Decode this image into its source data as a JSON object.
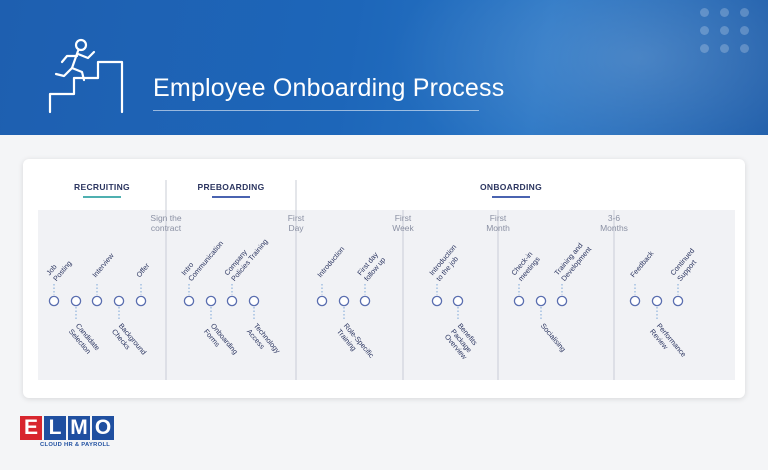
{
  "header": {
    "title": "Employee Onboarding Process",
    "icon": "person-climbing-stairs-icon",
    "colors": {
      "bg": "#1e5fb0",
      "text": "#ffffff"
    }
  },
  "phases": [
    {
      "label": "RECRUITING",
      "accent": "#4fb0b0"
    },
    {
      "label": "PREBOARDING",
      "accent": "#4a63b0"
    },
    {
      "label": "ONBOARDING",
      "accent": "#4a63b0"
    }
  ],
  "milestones": [
    {
      "label": "Sign the\ncontract"
    },
    {
      "label": "First\nDay"
    },
    {
      "label": "First\nWeek"
    },
    {
      "label": "First\nMonth"
    },
    {
      "label": "3-6\nMonths"
    }
  ],
  "steps_top": [
    {
      "label": "Job\nPosting"
    },
    {
      "label": "Interview"
    },
    {
      "label": "Offer"
    },
    {
      "label": "Intro\nCommunication"
    },
    {
      "label": "Company\nPolicies Training"
    },
    {
      "label": "Introduction"
    },
    {
      "label": "First day\nfollow up"
    },
    {
      "label": "Introduction\nto the job"
    },
    {
      "label": "Check-in\nmeetings"
    },
    {
      "label": "Training and\nDevelopment"
    },
    {
      "label": "Feedback"
    },
    {
      "label": "Continued\nSupport"
    }
  ],
  "steps_bottom": [
    {
      "label": "Candidate\nSelection"
    },
    {
      "label": "Background\nChecks"
    },
    {
      "label": "Onboarding\nForms"
    },
    {
      "label": "Technology\nAccess"
    },
    {
      "label": "Role-Specific\nTraining"
    },
    {
      "label": "Benefits\nPackage\nOverview"
    },
    {
      "label": "Socialising"
    },
    {
      "label": "Performance\nReview"
    }
  ],
  "timeline": {
    "gradient_start": "#4a3fa0",
    "gradient_end": "#4fc0c8"
  },
  "logo": {
    "letters": [
      "E",
      "L",
      "M",
      "O"
    ],
    "tagline": "CLOUD HR & PAYROLL",
    "colors": {
      "red": "#d8262e",
      "blue": "#1f4fa0"
    }
  }
}
